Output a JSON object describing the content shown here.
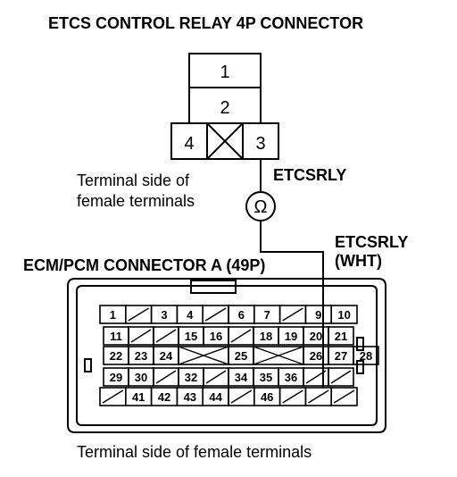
{
  "relay_connector": {
    "title": "ETCS CONTROL RELAY 4P CONNECTOR",
    "pins": [
      "1",
      "2",
      "4",
      "3"
    ],
    "side_label_line1": "Terminal side of",
    "side_label_line2": "female terminals"
  },
  "meter": {
    "symbol": "Ω",
    "probe_top_label": "ETCSRLY",
    "probe_bottom_label_line1": "ETCSRLY",
    "probe_bottom_label_line2": "(WHT)"
  },
  "ecm_connector": {
    "title": "ECM/PCM CONNECTOR A (49P)",
    "row1": [
      "1",
      "",
      "3",
      "4",
      "",
      "6",
      "7",
      "",
      "9",
      "10"
    ],
    "row2": [
      "11",
      "",
      "",
      "15",
      "16",
      "",
      "18",
      "19",
      "20",
      "21"
    ],
    "row3": [
      "22",
      "23",
      "24",
      "",
      "25",
      "",
      "26",
      "27",
      "28"
    ],
    "row4": [
      "29",
      "30",
      "",
      "32",
      "",
      "34",
      "35",
      "36",
      "",
      ""
    ],
    "row5": [
      "",
      "41",
      "42",
      "43",
      "44",
      "",
      "46",
      "",
      "",
      ""
    ],
    "bottom_label": "Terminal side of female terminals"
  }
}
